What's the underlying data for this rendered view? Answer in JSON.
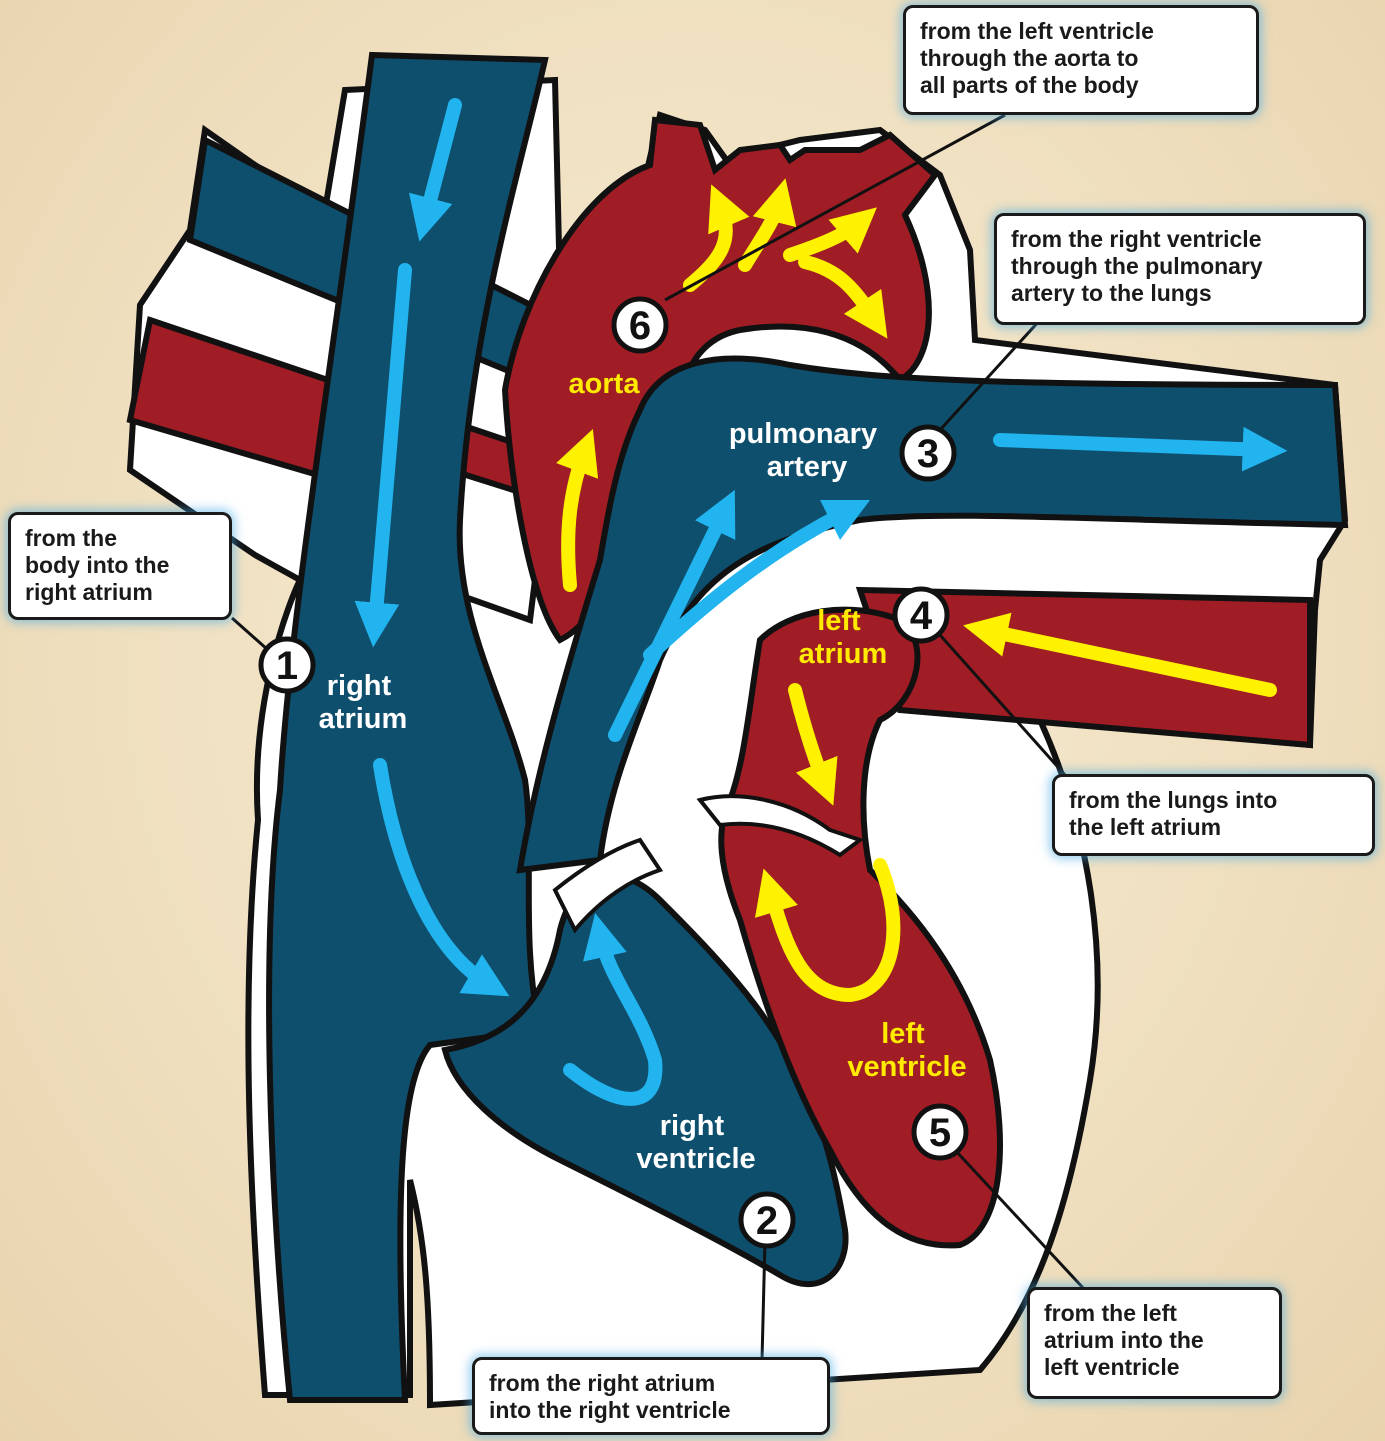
{
  "colors": {
    "vein_blue": "#0f4f6e",
    "artery_red": "#a11d25",
    "blue_arrow": "#22b4ee",
    "yellow_arrow": "#fff200",
    "outline": "#111111",
    "label_white": "#ffffff",
    "label_yellow": "#ffea00"
  },
  "chamber_labels": {
    "right_atrium": [
      "right",
      "atrium"
    ],
    "right_ventricle": [
      "right",
      "ventricle"
    ],
    "aorta": [
      "aorta"
    ],
    "pulmonary_artery": [
      "pulmonary",
      "artery"
    ],
    "left_atrium": [
      "left",
      "atrium"
    ],
    "left_ventricle": [
      "left",
      "ventricle"
    ]
  },
  "step_markers": [
    "1",
    "2",
    "3",
    "4",
    "5",
    "6"
  ],
  "callouts": {
    "step1": "from the\nbody into the\nright atrium",
    "step2": "from the right atrium\ninto the right ventricle",
    "step3": "from the right ventricle\nthrough the pulmonary\nartery to the lungs",
    "step4": "from the lungs into\nthe left atrium",
    "step5": "from the left\natrium into the\nleft ventricle",
    "step6": "from the left ventricle\nthrough the aorta to\nall parts of the body"
  },
  "arrow_icons": [
    "blue-flow-arrow-icon",
    "yellow-flow-arrow-icon"
  ]
}
